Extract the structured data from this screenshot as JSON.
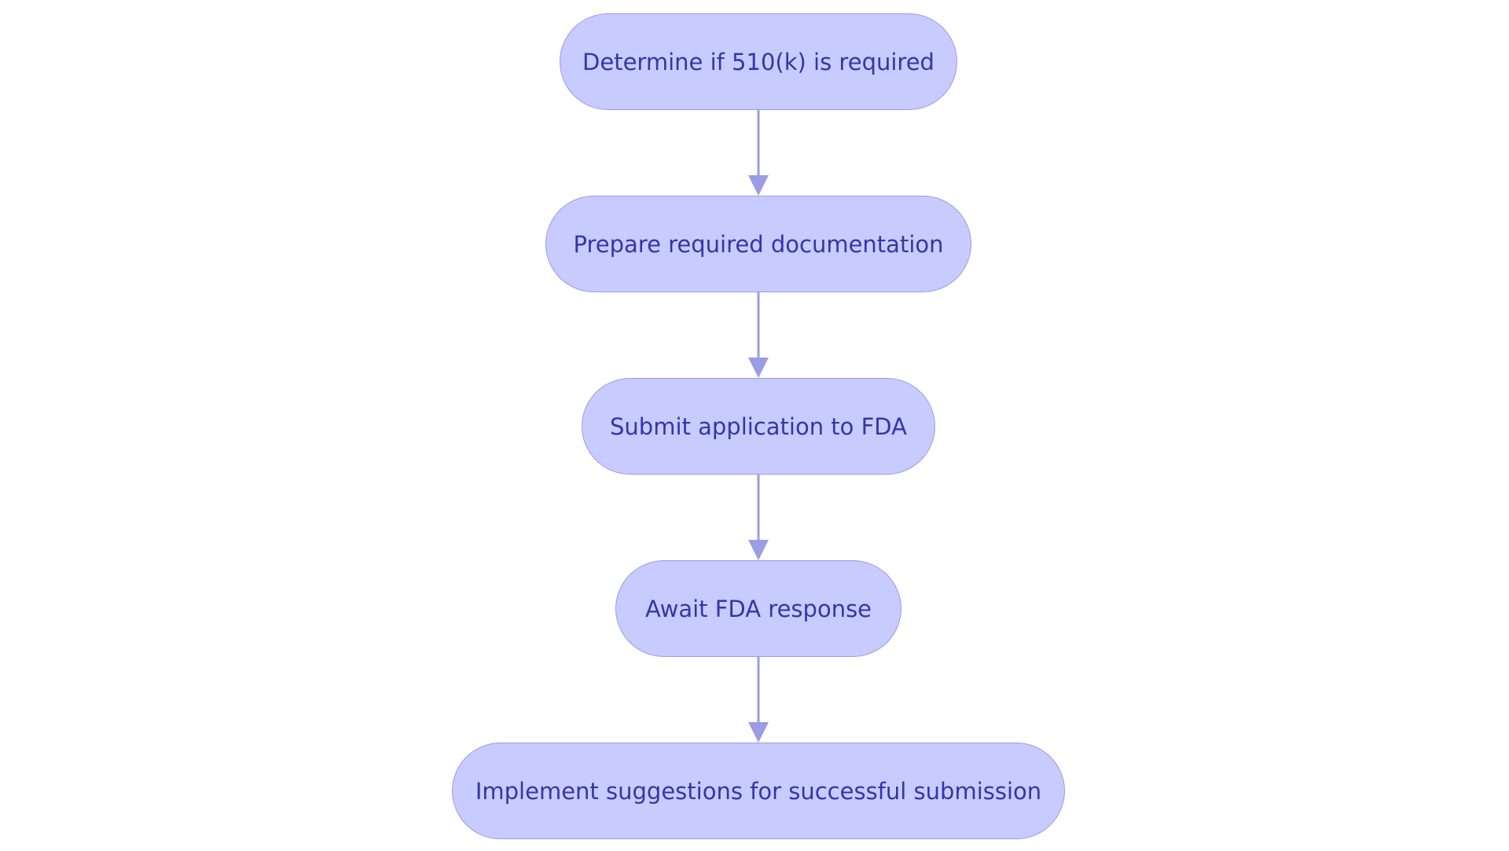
{
  "diagram": {
    "type": "flowchart",
    "colors": {
      "node_fill": "#c8cbfd",
      "node_border": "#9a9ce6",
      "node_text": "#3336a8",
      "edge": "#9a9ce6"
    },
    "nodes": [
      {
        "id": "n1",
        "label": "Determine if 510(k) is required"
      },
      {
        "id": "n2",
        "label": "Prepare required documentation"
      },
      {
        "id": "n3",
        "label": "Submit application to FDA"
      },
      {
        "id": "n4",
        "label": "Await FDA response"
      },
      {
        "id": "n5",
        "label": "Implement suggestions for successful submission"
      }
    ],
    "edges": [
      {
        "from": "n1",
        "to": "n2"
      },
      {
        "from": "n2",
        "to": "n3"
      },
      {
        "from": "n3",
        "to": "n4"
      },
      {
        "from": "n4",
        "to": "n5"
      }
    ]
  }
}
